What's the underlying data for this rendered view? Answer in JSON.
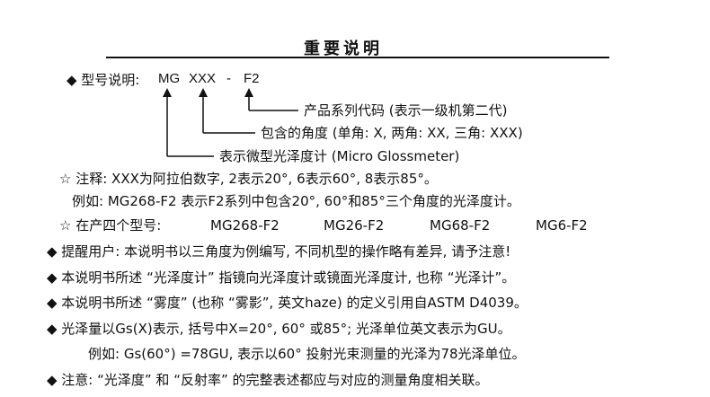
{
  "title": "重要说明",
  "model": {
    "label": "◆ 型号说明:",
    "part1": "MG",
    "part2": "XXX",
    "sep": "-",
    "part3": "F2",
    "callouts": [
      "产品系列代码 (表示一级机第二代)",
      "包含的角度 (单角: X, 两角: XX, 三角: XXX)",
      "表示微型光泽度计 (Micro Glossmeter)"
    ]
  },
  "note": {
    "line1": "☆ 注释: XXX为阿拉伯数字, 2表示20°, 6表示60°, 8表示85°。",
    "line2": "例如: MG268-F2 表示F2系列中包含20°, 60°和85°三个角度的光泽度计。"
  },
  "models_row": {
    "label": "☆ 在产四个型号:",
    "items": [
      "MG268-F2",
      "MG26-F2",
      "MG68-F2",
      "MG6-F2"
    ]
  },
  "bullets": [
    "◆ 提醒用户: 本说明书以三角度为例编写, 不同机型的操作略有差异, 请予注意!",
    "◆ 本说明书所述 “光泽度计” 指镜向光泽度计或镜面光泽度计, 也称 “光泽计”。",
    "◆ 本说明书所述 “雾度” (也称 “雾影”, 英文haze) 的定义引用自ASTM D4039。",
    "◆ 光泽量以Gs(X)表示, 括号中X=20°, 60° 或85°; 光泽单位英文表示为GU。"
  ],
  "example2": "例如: Gs(60°) =78GU, 表示以60° 投射光束测量的光泽为78光泽单位。",
  "last": "◆ 注意: “光泽度” 和 “反射率” 的完整表述都应与对应的测量角度相关联。"
}
